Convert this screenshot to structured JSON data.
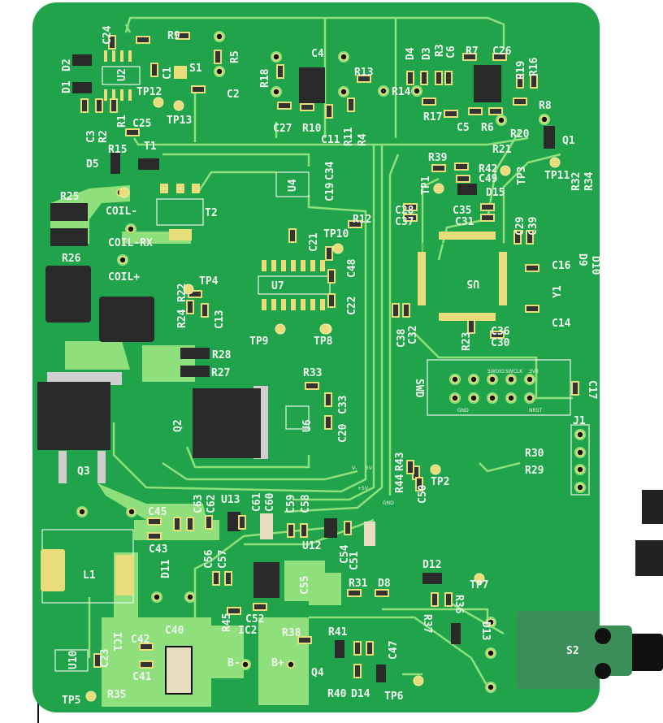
{
  "board": {
    "colors": {
      "soldermask": "#21a34b",
      "copper": "#8fe07c",
      "pad": "#e9dc7a",
      "silkscreen": "#eef5ee",
      "component": "#2a2a2a"
    },
    "labels": [
      "C24",
      "R9",
      "D2",
      "D1",
      "U2",
      "C1",
      "S1",
      "R5",
      "R18",
      "C4",
      "R13",
      "R14",
      "TP12",
      "TP13",
      "C2",
      "C25",
      "C3",
      "R2",
      "R1",
      "C27",
      "R10",
      "C11",
      "R11",
      "R4",
      "R15",
      "T1",
      "D5",
      "U4",
      "C34",
      "C19",
      "T2",
      "R25",
      "COIL-",
      "COIL-RX",
      "R26",
      "COIL+",
      "R12",
      "TP10",
      "C21",
      "U7",
      "C48",
      "C22",
      "TP4",
      "R22",
      "R24",
      "C13",
      "TP9",
      "TP8",
      "R28",
      "R27",
      "R33",
      "U6",
      "C33",
      "C20",
      "Q2",
      "Q3",
      "R43",
      "R44",
      "TP2",
      "C50",
      "D4",
      "D3",
      "R3",
      "C6",
      "R7",
      "C26",
      "R19",
      "R16",
      "R8",
      "R17",
      "C5",
      "R6",
      "R20",
      "Q1",
      "R21",
      "R39",
      "R42",
      "C49",
      "D15",
      "TP1",
      "TP3",
      "TP11",
      "R32",
      "R34",
      "D9",
      "D10",
      "C28",
      "C37",
      "C35",
      "C31",
      "C29",
      "C39",
      "U5",
      "C16",
      "Y1",
      "C14",
      "C38",
      "C32",
      "R23",
      "C36",
      "C30",
      "SWD",
      "C17",
      "J1",
      "R30",
      "R29",
      "C45",
      "C63",
      "C62",
      "U13",
      "C61",
      "C60",
      "C59",
      "C58",
      "C43",
      "D11",
      "L1",
      "U12",
      "C54",
      "C51",
      "C56",
      "C57",
      "C55",
      "R31",
      "D8",
      "D12",
      "TP7",
      "R37",
      "R36",
      "R45",
      "C52",
      "IC2",
      "C40",
      "C42",
      "IC1",
      "U10",
      "C23",
      "C41",
      "R35",
      "TP5",
      "B-",
      "B+",
      "R38",
      "R41",
      "Q4",
      "C47",
      "R40",
      "D14",
      "TP6",
      "D13",
      "S2"
    ],
    "swd_pin_labels": [
      "SWDIO",
      "SWCLK",
      "3V3",
      "GND",
      "NRST"
    ],
    "header_labels": [
      "V-",
      "5V",
      "+5V",
      "GND"
    ]
  }
}
